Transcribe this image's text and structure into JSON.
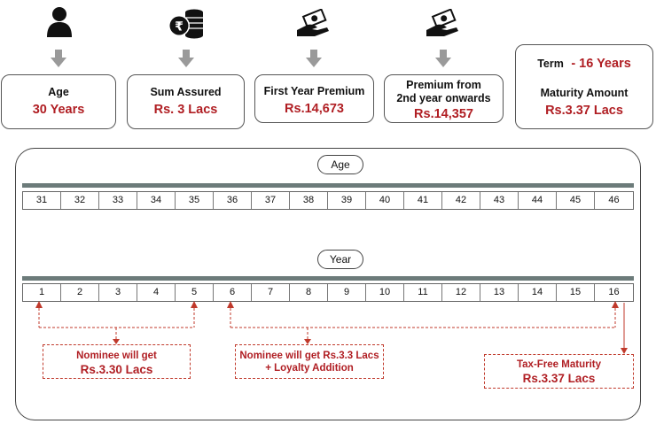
{
  "icons": [
    "person-icon",
    "rupee-coins-icon",
    "cash-hand-icon",
    "cash-hand-icon"
  ],
  "cards": {
    "age": {
      "label": "Age",
      "value": "30 Years"
    },
    "sum_assured": {
      "label": "Sum Assured",
      "value": "Rs. 3 Lacs"
    },
    "first_premium": {
      "label": "First Year Premium",
      "value": "Rs.14,673"
    },
    "premium_later": {
      "label_line1": "Premium from",
      "label_line2": "2nd year onwards",
      "value": "Rs.14,357"
    },
    "term_maturity": {
      "term_label": "Term",
      "term_value": "- 16 Years",
      "maturity_label": "Maturity Amount",
      "maturity_value": "Rs.3.37 Lacs"
    }
  },
  "age_timeline": {
    "title": "Age",
    "values": [
      "31",
      "32",
      "33",
      "34",
      "35",
      "36",
      "37",
      "38",
      "39",
      "40",
      "41",
      "42",
      "43",
      "44",
      "45",
      "46"
    ]
  },
  "year_timeline": {
    "title": "Year",
    "values": [
      "1",
      "2",
      "3",
      "4",
      "5",
      "6",
      "7",
      "8",
      "9",
      "10",
      "11",
      "12",
      "13",
      "14",
      "15",
      "16"
    ]
  },
  "callouts": {
    "first": {
      "text": "Nominee will get",
      "value": "Rs.3.30 Lacs"
    },
    "second": {
      "line1": "Nominee will get Rs.3.3 Lacs",
      "line2": "+ Loyalty Addition"
    },
    "maturity": {
      "text": "Tax-Free Maturity",
      "value": "Rs.3.37 Lacs"
    }
  },
  "colors": {
    "accent": "#b01e23",
    "bar": "#6c7b7a",
    "arrow": "#9a9a9a",
    "dashed": "#c0392b"
  }
}
